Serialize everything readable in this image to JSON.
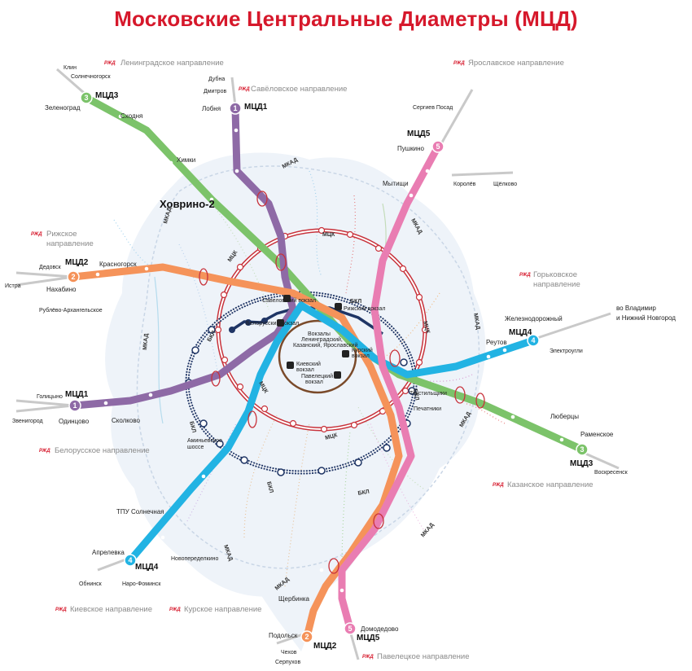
{
  "title": "Московские Центральные Диаметры (МЦД)",
  "colors": {
    "title": "#d6182b",
    "mcd1": "#8e6aa6",
    "mcd2": "#f5935a",
    "mcd3": "#7cc36a",
    "mcd4": "#22b3e3",
    "mcd5": "#e97db2",
    "mck": "#c8323b",
    "bkl": "#1f3565",
    "koltsevaya": "#7a4a2a",
    "city": "#eef3f9"
  },
  "directions": {
    "leningradskoe": "Ленинградское направление",
    "savelovskoe": "Савёловское направление",
    "yaroslavskoe": "Ярославское направление",
    "rizhskoe_1": "Рижское",
    "rizhskoe_2": "направление",
    "gorkovskoe_1": "Горьковское",
    "gorkovskoe_2": "направление",
    "vladimir_1": "во Владимир",
    "vladimir_2": "и Нижний Новгород",
    "belorusskoe": "Белорусское направление",
    "kazanskoe": "Казанское направление",
    "kievskoe": "Киевское направление",
    "kurskoe": "Курское направление",
    "paveletskoe": "Павелецкое направление",
    "rzd": "РЖД"
  },
  "lines": {
    "mcd1": "МЦД1",
    "mcd2": "МЦД2",
    "mcd3": "МЦД3",
    "mcd4": "МЦД4",
    "mcd5": "МЦД5",
    "n1": "1",
    "n2": "2",
    "n3": "3",
    "n4": "4",
    "n5": "5"
  },
  "stations": {
    "klin": "Клин",
    "solnechnogorsk": "Солнечногорск",
    "zelenograd": "Зеленоград",
    "skhodnya": "Сходня",
    "khimki": "Химки",
    "khovrino": "Ховрино-2",
    "dubna": "Дубна",
    "dmitrov": "Дмитров",
    "lobnya": "Лобня",
    "sergiev_posad": "Сергиев Посад",
    "pushkino": "Пушкино",
    "mytishchi": "Мытищи",
    "korolev": "Королёв",
    "shchelkovo": "Щёлково",
    "dedovsk": "Дедовск",
    "istra": "Истра",
    "nakhabino": "Нахабино",
    "krasnogorsk": "Красногорск",
    "rublevo": "Рублёво-Архангельское",
    "zheleznodorozhny": "Железнодорожный",
    "reutov": "Реутов",
    "elektrougli": "Электроугли",
    "golitsyno": "Голицыно",
    "zvenigorod": "Звенигород",
    "odintsovo": "Одинцово",
    "skolkovo": "Сколково",
    "lyubertsy": "Люберцы",
    "ramenskoe": "Раменское",
    "voskresensk": "Воскресенск",
    "tekstilshchiki": "Текстильщики",
    "pechatniki": "Печатники",
    "aminevskoe_1": "Аминьевское",
    "aminevskoe_2": "шоссе",
    "tpu_solnechnaya": "ТПУ Солнечная",
    "aprelevka": "Апрелевка",
    "obninsk": "Обнинск",
    "naro_fominsk": "Наро-Фоминск",
    "novoperedelkino": "Новопеределкино",
    "shcherbinka": "Щербинка",
    "podolsk": "Подольск",
    "chekhov": "Чехов",
    "serpukhov": "Серпухов",
    "domodedovo": "Домодедово"
  },
  "terminals": {
    "savelovsky": "Савеловский вокзал",
    "rizhsky": "Рижский вокзал",
    "belorussky": "Белорусский вокзал",
    "three_1": "Вокзалы",
    "three_2": "Ленинградский,",
    "three_3": "Казанский, Ярославский",
    "kursky_1": "Курский",
    "kursky_2": "вокзал",
    "kievsky_1": "Киевский",
    "kievsky_2": "вокзал",
    "paveletsky_1": "Павелецкий",
    "paveletsky_2": "вокзал"
  },
  "rings": {
    "mkad": "МКАД",
    "mck": "МЦК",
    "bkl": "БКЛ"
  }
}
